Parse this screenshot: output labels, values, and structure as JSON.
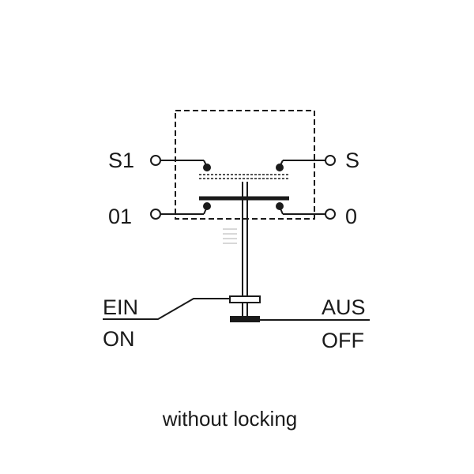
{
  "terminals": {
    "top_left": "S1",
    "top_right": "S",
    "bottom_left": "01",
    "bottom_right": "0"
  },
  "positions": {
    "on_de": "EIN",
    "on_en": "ON",
    "off_de": "AUS",
    "off_en": "OFF"
  },
  "caption": "without locking",
  "colors": {
    "ink": "#1a1a1a",
    "background": "#ffffff",
    "watermark": "#d8d8d8"
  }
}
